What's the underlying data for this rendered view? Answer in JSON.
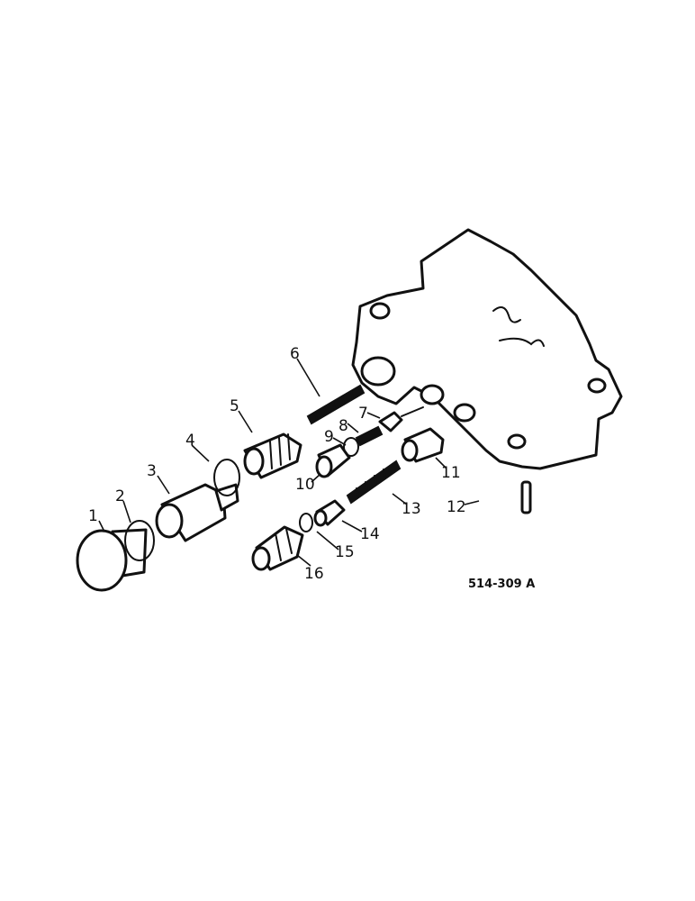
{
  "diagram": {
    "reference_code": "514-309 A",
    "callouts": [
      "1",
      "2",
      "3",
      "4",
      "5",
      "6",
      "7",
      "8",
      "9",
      "10",
      "11",
      "12",
      "13",
      "14",
      "15",
      "16"
    ]
  }
}
